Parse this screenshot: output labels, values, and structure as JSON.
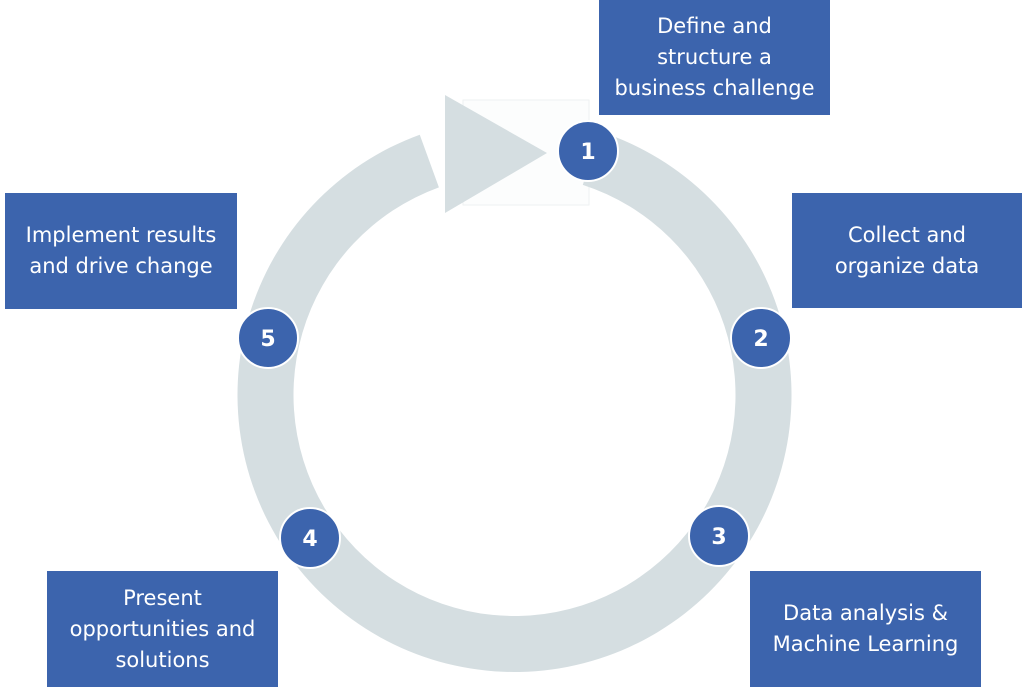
{
  "diagram": {
    "title": "",
    "colors": {
      "box": "#3c64ad",
      "ring": "#d5dee1",
      "step_circle": "#3c64ad",
      "text": "#ffffff"
    },
    "steps": [
      {
        "number": "1",
        "label": "Define and\nstructure a\nbusiness challenge"
      },
      {
        "number": "2",
        "label": "Collect and\norganize data"
      },
      {
        "number": "3",
        "label": "Data analysis &\nMachine Learning"
      },
      {
        "number": "4",
        "label": "Present\nopportunities and\nsolutions"
      },
      {
        "number": "5",
        "label": "Implement results\nand drive change"
      }
    ]
  }
}
